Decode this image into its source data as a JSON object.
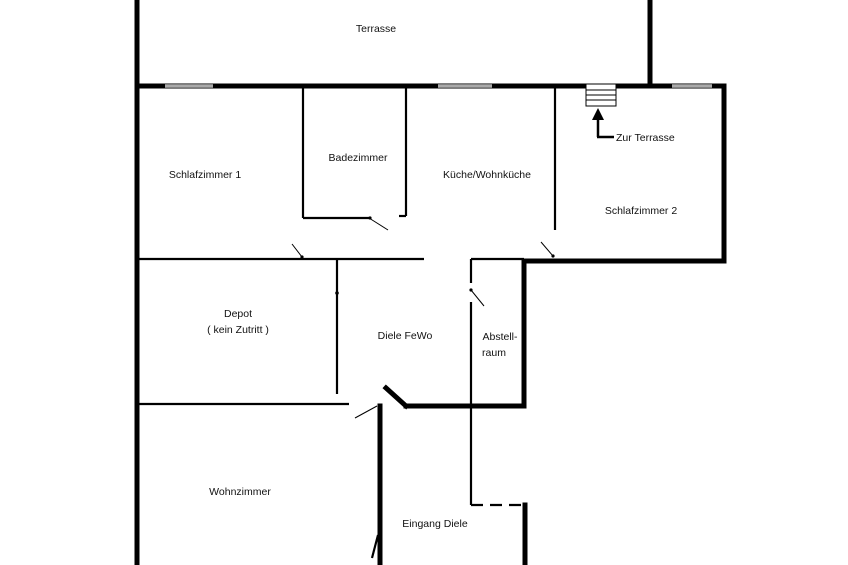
{
  "rooms": {
    "terrasse": "Terrasse",
    "schlafzimmer1": "Schlafzimmer 1",
    "badezimmer": "Badezimmer",
    "kueche": "Küche/Wohnküche",
    "zur_terrasse": "Zur Terrasse",
    "schlafzimmer2": "Schlafzimmer 2",
    "depot": "Depot",
    "depot_note": "( kein Zutritt )",
    "diele_fewo": "Diele FeWo",
    "abstell_line1": "Abstell-",
    "abstell_line2": "raum",
    "wohnzimmer": "Wohnzimmer",
    "eingang_diele": "Eingang Diele"
  }
}
